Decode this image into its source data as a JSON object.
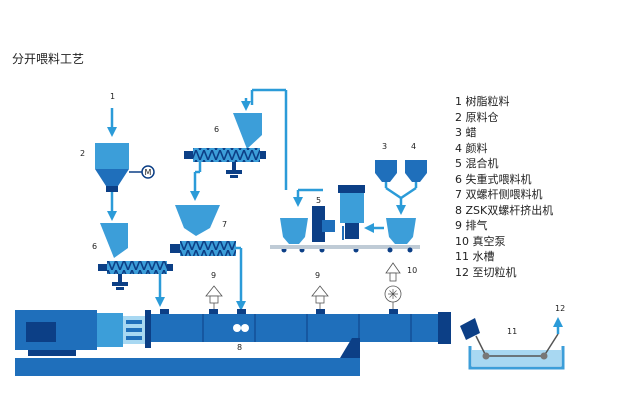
{
  "title": "分开喂料工艺",
  "legend": [
    "1 树脂粒料",
    "2 原料仓",
    "3 蜡",
    "4 颜料",
    "5 混合机",
    "6 失重式喂料机",
    "7 双螺杆侧喂料机",
    "8 ZSK双螺杆挤出机",
    "9 排气",
    "10 真空泵",
    "11 水槽",
    "12 至切粒机"
  ],
  "callouts": {
    "n1": "1",
    "n2": "2",
    "n6a": "6",
    "n6b": "6",
    "n7": "7",
    "n5": "5",
    "n3": "3",
    "n4": "4",
    "n9a": "9",
    "n9b": "9",
    "n10": "10",
    "n8": "8",
    "n11": "11",
    "n12": "12"
  },
  "motor_label": "M",
  "colors": {
    "dark_blue": "#0c3f86",
    "mid_blue": "#1f6fbb",
    "light_blue": "#3c9ed9",
    "pale_blue": "#a8d8f2"
  }
}
